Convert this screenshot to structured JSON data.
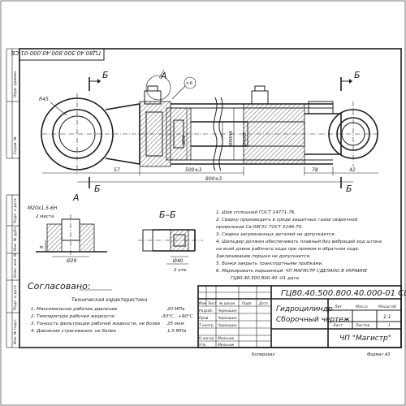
{
  "doc_code_rotated": "ГЦ80.40.500.800.40.000-01 СБ",
  "side_labels": [
    "Инв. № подл.",
    "Подп. и дата",
    "Взам. инв. №",
    "Инв. № дубл.",
    "Подп. и дата"
  ],
  "top_labels": [
    "Справ. №",
    "Перв. примен."
  ],
  "section_letters": {
    "b_left_top": "Б",
    "a_top": "А",
    "b_right_top": "Б",
    "b_left_bottom": "Б",
    "b_right_bottom": "Б",
    "a_detail": "А",
    "section_bb": "Б–Б"
  },
  "balloon": "л.6",
  "dims": {
    "r45": "R45",
    "d90": "Ø90",
    "d80h8": "Ø80Н8",
    "d40f8": "Ø40f8",
    "d57": "57",
    "d500": "500±3",
    "d800": "800±3",
    "d78": "78",
    "d42": "42",
    "thread": "М20х1,5-6Н",
    "places2": "2 места",
    "d29": "Ø29",
    "d8": "8",
    "d40": "Ø40",
    "places2b": "2 отв."
  },
  "notes": [
    "1. Шов сплошной  ГОСТ 14771-76.",
    "2. Сварку производить в среде защитных газов сварочной",
    "проволокой Св-08Г2С  ГОСТ 2246-70.",
    "3. Сварка загрязненных деталей не допускается.",
    "4. Шильдер должен обеспечивать плавный без вибраций ход штока",
    "на всей длине рабочего хода при прямом и обратном ходе.",
    "Заклинивание поршня не допускается.",
    "5. Бонки закрыть транспортными пробками.",
    "6. Маркировать маршинкой: ЧП МАГИСТР СДЕЛАНО В УКРАИНЕ",
    "ГЦ80.40.500.800.40 -01        дата"
  ],
  "agreed": "Согласовано:",
  "tech": {
    "title": "Техническая характеристика",
    "rows": [
      {
        "label": "1. Максимальное рабочее давление",
        "value": "20 МПа"
      },
      {
        "label": "2. Температура рабочей жидкости",
        "value": "-30°С...+90°С"
      },
      {
        "label": "3. Тонкость фильтрации рабочей жидкости, не более",
        "value": "25 мкм"
      },
      {
        "label": "4. Давление страгивания, не более",
        "value": "1,5 МПа"
      }
    ]
  },
  "title_block": {
    "code": "ГЦ80.40.500.800.40.000-01 СБ",
    "name_line1": "Гидроцилиндр",
    "name_line2": "Сборочный чертеж",
    "company": "ЧП \"Магистр\"",
    "col_headers": [
      "Изм.",
      "Лист",
      "№ докум.",
      "Подп.",
      "Дата"
    ],
    "roles": [
      {
        "role": "Разраб.",
        "person": "Черкашин"
      },
      {
        "role": "Пров.",
        "person": "Черкашин"
      },
      {
        "role": "Т.контр.",
        "person": "Черкашин"
      },
      {
        "role": "",
        "person": ""
      },
      {
        "role": "Н.контр.",
        "person": "Мельник"
      },
      {
        "role": "Утв.",
        "person": "Мельник"
      }
    ],
    "lit_header": "Лит.",
    "mass_header": "Масса",
    "scale_header": "Масштаб",
    "scale_value": "1:1",
    "sheet_label": "Лист",
    "sheets_label": "Листов",
    "sheets_value": "1"
  },
  "bottom": {
    "copied": "Копировал",
    "format": "Формат  А3"
  }
}
